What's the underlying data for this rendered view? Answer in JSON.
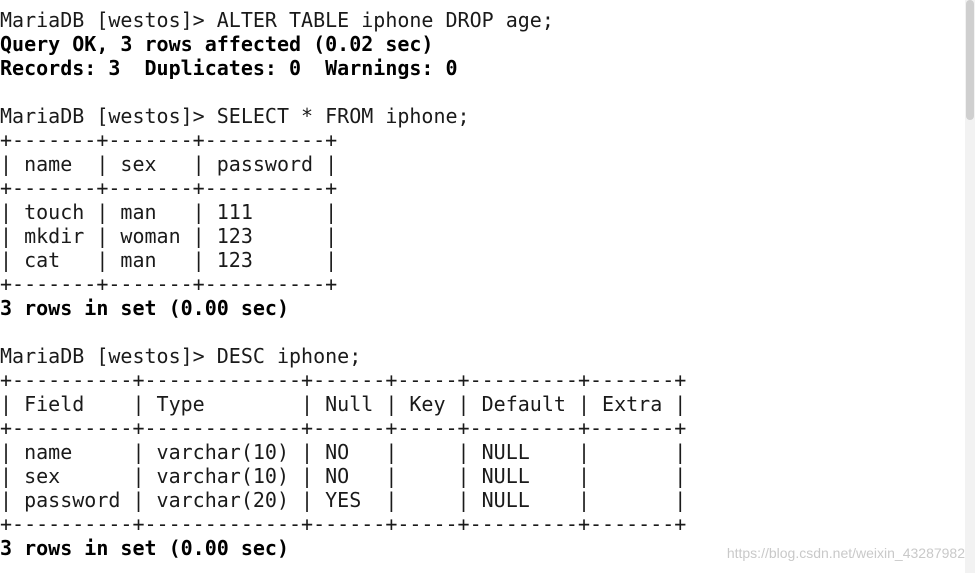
{
  "terminal": {
    "lines": [
      {
        "text": "MariaDB [westos]> ALTER TABLE iphone DROP age;",
        "bold": false,
        "name": "command-alter-table"
      },
      {
        "text": "Query OK, 3 rows affected (0.02 sec)",
        "bold": true,
        "name": "output-query-ok"
      },
      {
        "text": "Records: 3  Duplicates: 0  Warnings: 0",
        "bold": true,
        "name": "output-records"
      },
      {
        "text": "",
        "bold": false,
        "name": "blank-line"
      },
      {
        "text": "MariaDB [westos]> SELECT * FROM iphone;",
        "bold": false,
        "name": "command-select"
      },
      {
        "text": "+-------+-------+----------+",
        "bold": false,
        "name": "table-border"
      },
      {
        "text": "| name  | sex   | password |",
        "bold": false,
        "name": "select-table-header"
      },
      {
        "text": "+-------+-------+----------+",
        "bold": false,
        "name": "table-border"
      },
      {
        "text": "| touch | man   | 111      |",
        "bold": false,
        "name": "select-table-row"
      },
      {
        "text": "| mkdir | woman | 123      |",
        "bold": false,
        "name": "select-table-row"
      },
      {
        "text": "| cat   | man   | 123      |",
        "bold": false,
        "name": "select-table-row"
      },
      {
        "text": "+-------+-------+----------+",
        "bold": false,
        "name": "table-border"
      },
      {
        "text": "3 rows in set (0.00 sec)",
        "bold": true,
        "name": "output-rows-in-set"
      },
      {
        "text": "",
        "bold": false,
        "name": "blank-line"
      },
      {
        "text": "MariaDB [westos]> DESC iphone;",
        "bold": false,
        "name": "command-desc"
      },
      {
        "text": "+----------+-------------+------+-----+---------+-------+",
        "bold": false,
        "name": "table-border"
      },
      {
        "text": "| Field    | Type        | Null | Key | Default | Extra |",
        "bold": false,
        "name": "desc-table-header"
      },
      {
        "text": "+----------+-------------+------+-----+---------+-------+",
        "bold": false,
        "name": "table-border"
      },
      {
        "text": "| name     | varchar(10) | NO   |     | NULL    |       |",
        "bold": false,
        "name": "desc-table-row"
      },
      {
        "text": "| sex      | varchar(10) | NO   |     | NULL    |       |",
        "bold": false,
        "name": "desc-table-row"
      },
      {
        "text": "| password | varchar(20) | YES  |     | NULL    |       |",
        "bold": false,
        "name": "desc-table-row"
      },
      {
        "text": "+----------+-------------+------+-----+---------+-------+",
        "bold": false,
        "name": "table-border"
      },
      {
        "text": "3 rows in set (0.00 sec)",
        "bold": true,
        "name": "output-rows-in-set"
      }
    ]
  },
  "watermark": "https://blog.csdn.net/weixin_43287982"
}
